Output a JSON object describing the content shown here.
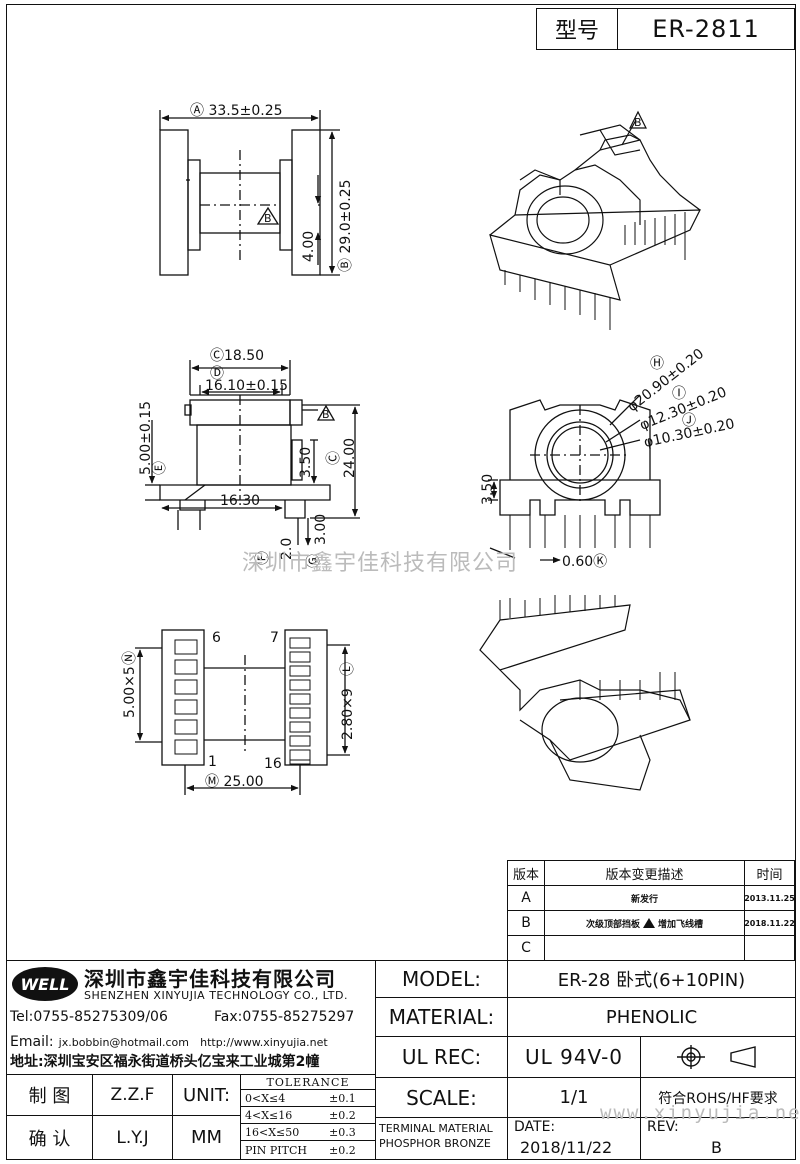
{
  "header": {
    "model_label": "型号",
    "model_value": "ER-2811"
  },
  "drawing": {
    "view_a": {
      "dim_a": "Ⓐ 33.5±0.25",
      "dim_b": "Ⓑ 29.0±0.25",
      "dim_4": "4.00",
      "tri_b": "B"
    },
    "view_c": {
      "dim_c": "Ⓒ18.50",
      "dim_d": "Ⓓ",
      "dim_16_10": "16.10±0.15",
      "dim_5": "5.00±0.15",
      "dim_e": "Ⓔ",
      "dim_3_50": "3.50",
      "dim_c2": "Ⓒ",
      "dim_24": "24.00",
      "dim_16_30": "16.30",
      "dim_f": "Ⓕ",
      "dim_g": "Ⓖ",
      "dim_2": "2.0",
      "dim_3": "3.00",
      "tri_b": "B"
    },
    "view_h": {
      "dim_h": "Ⓗ",
      "dim_h_val": "φ20.90±0.20",
      "dim_i": "Ⓘ",
      "dim_i_val": "φ12.30±0.20",
      "dim_j": "Ⓙ",
      "dim_j_val": "φ10.30±0.20",
      "dim_3_50": "3.50",
      "dim_k": "0.60Ⓚ"
    },
    "view_bottom": {
      "dim_n": "Ⓝ",
      "dim_5x5": "5.00×5",
      "pin_6": "6",
      "pin_7": "7",
      "pin_1": "1",
      "pin_16": "16",
      "dim_l": "Ⓛ",
      "dim_2_80": "2.80×9",
      "dim_m": "Ⓜ 25.00"
    },
    "tri_3d": "B"
  },
  "watermark": "深圳市鑫宇佳科技有限公司",
  "watermark_url": "www.xinyujia.net",
  "revisions": {
    "headers": [
      "版本",
      "版本变更描述",
      "时间"
    ],
    "rows": [
      {
        "ver": "A",
        "desc": "新发行",
        "date": "2013.11.25"
      },
      {
        "ver": "B",
        "desc_a": "次级顶部挡板",
        "desc_mark": "B",
        "desc_b": "增加飞线槽",
        "date": "2018.11.22"
      },
      {
        "ver": "C",
        "desc": "",
        "date": ""
      }
    ]
  },
  "company": {
    "logo": "WELL",
    "name_cn": "深圳市鑫宇佳科技有限公司",
    "name_en": "SHENZHEN XINYUJIA TECHNOLOGY CO., LTD.",
    "tel": "Tel:0755-85275309/06",
    "fax": "Fax:0755-85275297",
    "email_label": "Email:",
    "email": "jx.bobbin@hotmail.com",
    "http": "http://www.xinyujia.net",
    "address": "地址:深圳宝安区福永街道桥头亿宝来工业城第2幢"
  },
  "titleblock": {
    "model_label": "MODEL:",
    "model_value": "ER-28 卧式(6+10PIN)",
    "material_label": "MATERIAL:",
    "material_value": "PHENOLIC",
    "ulrec_label": "UL REC:",
    "ulrec_value": "UL 94V-0",
    "scale_label": "SCALE:",
    "scale_value": "1/1",
    "rohs": "符合ROHS/HF要求",
    "terminal_label": "TERMINAL MATERIAL",
    "terminal_value": "PHOSPHOR BRONZE",
    "date_label": "DATE:",
    "date_value": "2018/11/22",
    "rev_label": "REV:",
    "rev_value": "B",
    "draw_label": "制  图",
    "draw_value": "Z.Z.F",
    "check_label": "确  认",
    "check_value": "L.Y.J",
    "unit_label": "UNIT:",
    "unit_value": "MM",
    "tolerance_title": "TOLERANCE",
    "tolerance_rows": [
      {
        "range": "0<X≤4",
        "tol": "±0.1"
      },
      {
        "range": "4<X≤16",
        "tol": "±0.2"
      },
      {
        "range": "16<X≤50",
        "tol": "±0.3"
      },
      {
        "range": "PIN PITCH",
        "tol": "±0.2"
      }
    ]
  }
}
